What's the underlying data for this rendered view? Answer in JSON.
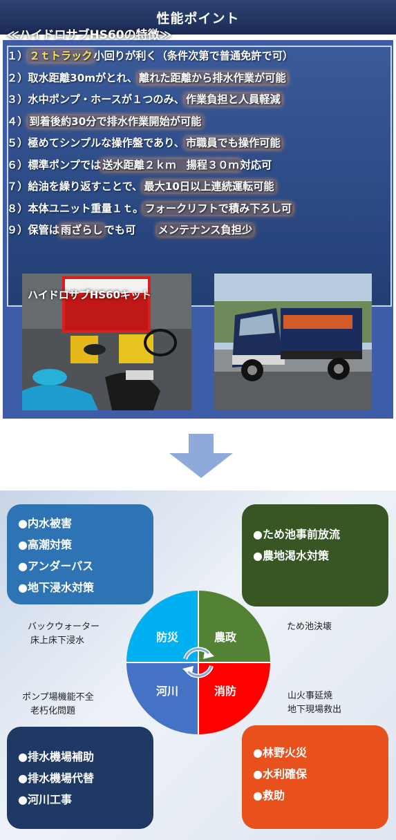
{
  "header": {
    "title": "性能ポイント"
  },
  "features": {
    "title": "≪ハイドロサブHS60の特徴≫",
    "items": [
      {
        "num": "１）",
        "pre": "",
        "hl": "２ｔトラック",
        "post": "小回りが利く（条件次第で普通免許で可）",
        "hl2": "",
        "post2": ""
      },
      {
        "num": "２）",
        "pre": "取水距離30mがとれ、",
        "hl": "離れた距離から排水作業が可能",
        "post": "",
        "hl2": "",
        "post2": ""
      },
      {
        "num": "３）",
        "pre": "水中ポンプ・ホースが１つのみ、",
        "hl": "作業負担と人員軽減",
        "post": "",
        "hl2": "",
        "post2": ""
      },
      {
        "num": "４）",
        "pre": "",
        "hl": "到着後約30分で排水作業開始が可能",
        "post": "",
        "hl2": "",
        "post2": ""
      },
      {
        "num": "５）",
        "pre": "極めてシンプルな操作盤であり、",
        "hl": "市職員でも操作可能",
        "post": "",
        "hl2": "",
        "post2": ""
      },
      {
        "num": "６）",
        "pre": "標準ポンプでは",
        "hl": "送水距離２ｋｍ　揚程３０ｍ",
        "post": "対応可",
        "hl2": "",
        "post2": ""
      },
      {
        "num": "７）",
        "pre": "給油を繰り返すことで、",
        "hl": "最大10日以上連続運転可能",
        "post": "",
        "hl2": "",
        "post2": ""
      },
      {
        "num": "８）",
        "pre": "本体ユニット重量１ｔ。",
        "hl": "フォークリフトで積み下ろし可",
        "post": "",
        "hl2": "",
        "post2": ""
      },
      {
        "num": "９）",
        "pre": "保管は",
        "hl": "雨ざらし",
        "post": "でも可　　",
        "hl2": "メンテナンス負担少",
        "post2": ""
      }
    ]
  },
  "photos": {
    "kit_label": "ハイドロサブHS60キット"
  },
  "categories": {
    "disaster": {
      "label": "防災",
      "items": [
        "●内水被害",
        "●高潮対策",
        "●アンダーパス",
        "●地下浸水対策"
      ],
      "note": [
        "バックウォーター",
        "床上床下浸水"
      ]
    },
    "agri": {
      "label": "農政",
      "items": [
        "●ため池事前放流",
        "●農地渇水対策"
      ],
      "note": [
        "ため池決壊"
      ]
    },
    "river": {
      "label": "河川",
      "items": [
        "●排水機場補助",
        "●排水機場代替",
        "●河川工事"
      ],
      "note": [
        "ポンプ場機能不全",
        "老朽化問題"
      ]
    },
    "fire": {
      "label": "消防",
      "items": [
        "●林野火災",
        "●水利確保",
        "●救助"
      ],
      "note": [
        "山火事延焼",
        "地下現場救出"
      ]
    }
  },
  "colors": {
    "disaster": "#00b0f0",
    "agri": "#548235",
    "river": "#4472c4",
    "fire": "#ff0000"
  }
}
